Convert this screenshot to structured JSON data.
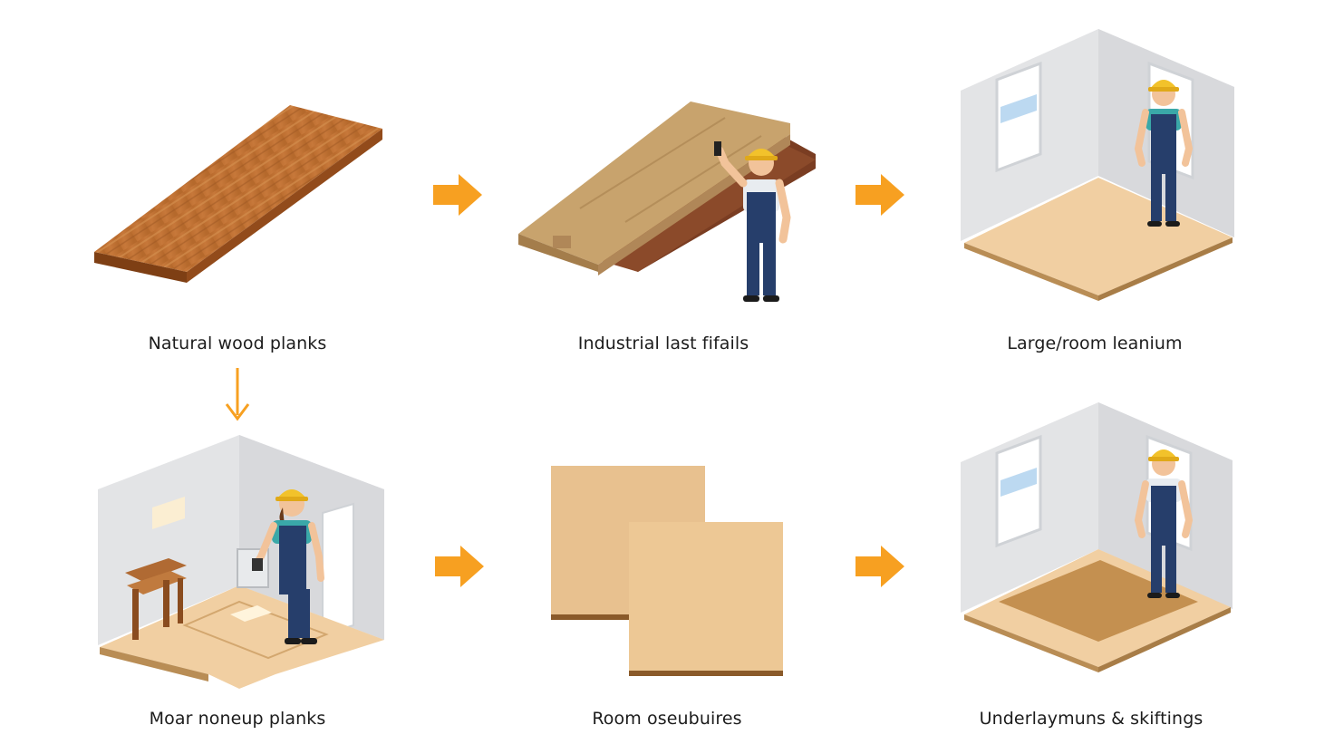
{
  "steps": [
    {
      "label": "Natural wood planks"
    },
    {
      "label": "Industrial last fifails"
    },
    {
      "label": "Large/room leanium"
    },
    {
      "label": "Moar noneup planks"
    },
    {
      "label": "Room oseubuires"
    },
    {
      "label": "Underlaymuns & skiftings"
    }
  ],
  "colors": {
    "arrow": "#f7a021",
    "wood_dark": "#a8581f",
    "wood_light": "#c8945a",
    "floor": "#f1cfa2",
    "wall": "#e3e4e6",
    "helmet": "#f2c22b",
    "overalls": "#263e6b",
    "shirt": "#3aa8a8"
  }
}
